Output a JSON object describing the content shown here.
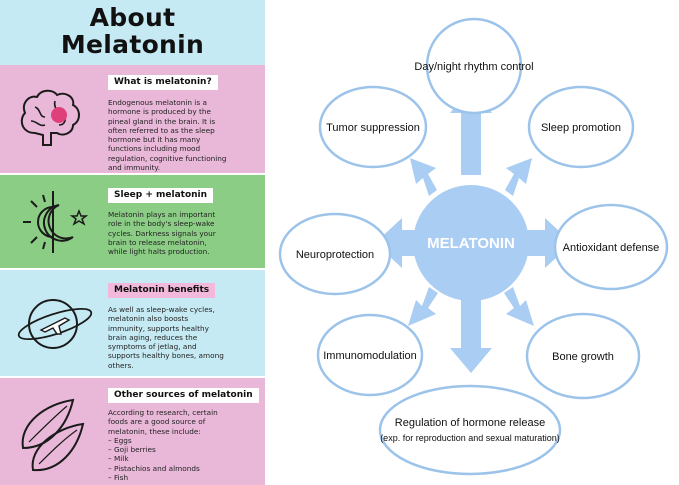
{
  "infographic": {
    "title_line1": "About",
    "title_line2": "Melatonin",
    "sections": [
      {
        "header": "What is melatonin?",
        "icon": "brain-icon",
        "body": "Endogenous melatonin is a\nhormone is produced by the\npineal gland in the brain. It is\noften referred to as the sleep\nhormone but it has many\nfunctions including mood\nregulation, cognitive functioning\nand immunity."
      },
      {
        "header": "Sleep + melatonin",
        "icon": "sun-moon-icon",
        "body": "Melatonin plays an important\nrole in the body's sleep-wake\ncycles.  Darkness signals your\nbrain to release melatonin,\nwhile light halts production."
      },
      {
        "header": "Melatonin benefits",
        "icon": "plane-orbit-icon",
        "body": "As well as sleep-wake cycles,\nmelatonin also boosts\nimmunity,  supports healthy\nbrain aging, reduces the\nsymptoms of jetlag, and\nsupports healthy bones, among\nothers."
      },
      {
        "header": "Other sources of melatonin",
        "icon": "almonds-icon",
        "body": "According to research, certain\nfoods are a good source of\nmelatonin, these include:\n– Eggs\n– Goji berries\n– Milk\n– Pistachios and almonds\n– Fish"
      }
    ]
  },
  "diagram": {
    "center": "MELATONIN",
    "nodes": {
      "top": "Day/night rhythm control",
      "top_right": "Sleep promotion",
      "right": "Antioxidant defense",
      "bottom_right": "Bone growth",
      "bottom": "Regulation of hormone release",
      "bottom_sub": "(exp. for reproduction and sexual maturation)",
      "bottom_left": "Immunomodulation",
      "left": "Neuroprotection",
      "top_left": "Tumor suppression"
    },
    "colors": {
      "arrow": "#aacdf3",
      "outline": "#9cc3ea",
      "text": "#111111"
    }
  }
}
